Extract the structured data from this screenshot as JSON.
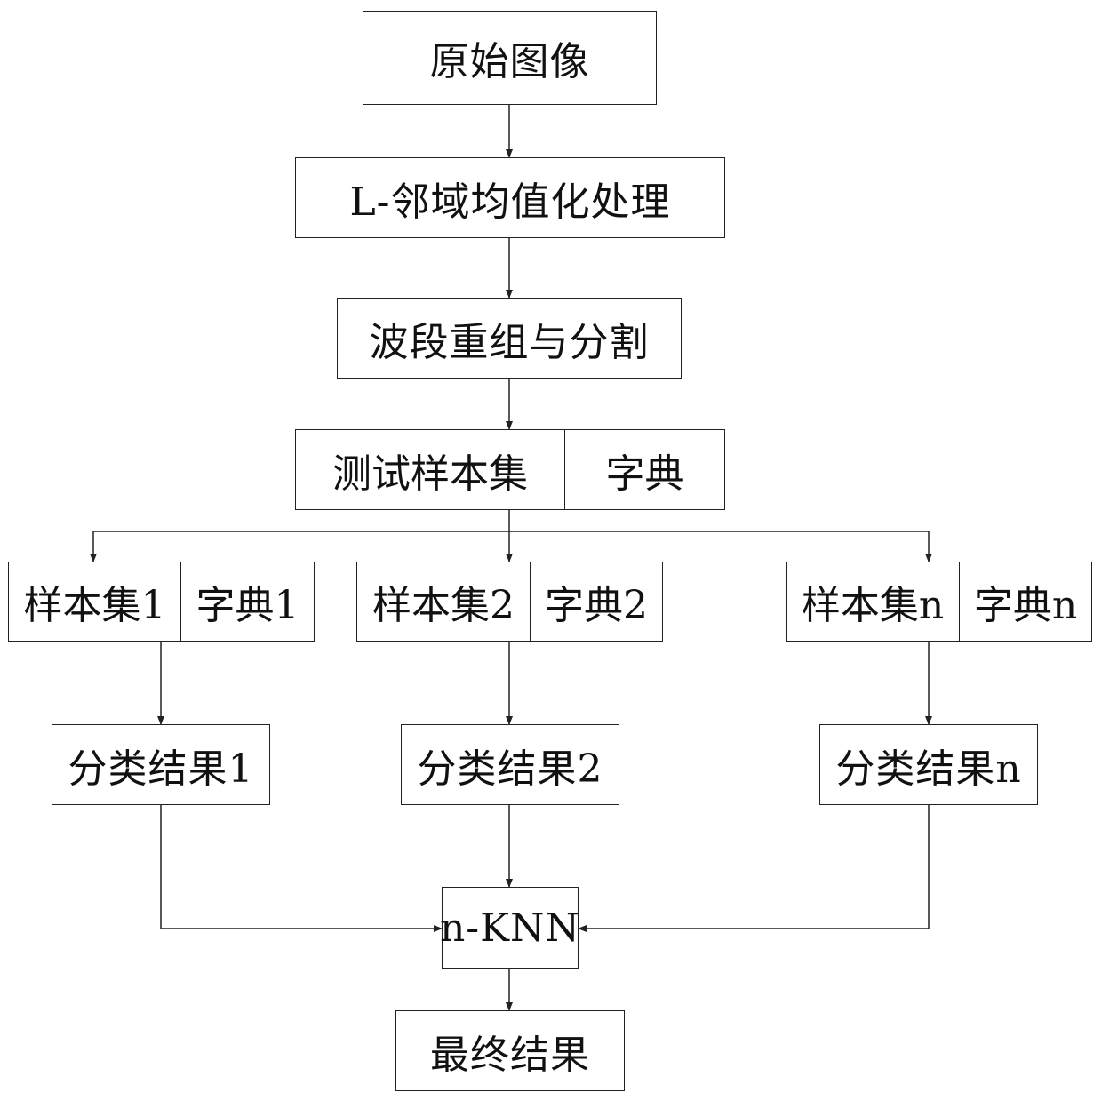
{
  "nodes": {
    "original_image": "原始图像",
    "l_neighborhood": "L-邻域均值化处理",
    "band_regroup": "波段重组与分割",
    "test_sample_set": "测试样本集",
    "dictionary": "字典",
    "groups": [
      {
        "samples": "样本集1",
        "dictionary": "字典1",
        "result": "分类结果1"
      },
      {
        "samples": "样本集2",
        "dictionary": "字典2",
        "result": "分类结果2"
      },
      {
        "samples": "样本集n",
        "dictionary": "字典n",
        "result": "分类结果n"
      }
    ],
    "nknn": "n-KNN",
    "final_result": "最终结果"
  }
}
